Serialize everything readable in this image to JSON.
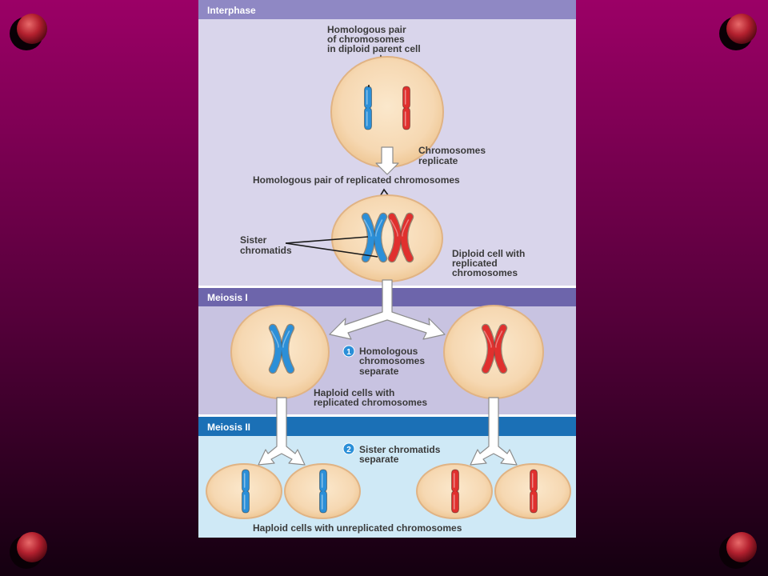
{
  "colors": {
    "background_top": "#9b0066",
    "background_mid": "#55003a",
    "background_bottom": "#140010",
    "interphase_header": "#8f88c4",
    "interphase_body": "#d9d5eb",
    "meiosis1_header": "#6d65ab",
    "meiosis1_body": "#c8c3e1",
    "meiosis2_header": "#1b70b6",
    "meiosis2_body": "#cfe9f6",
    "cell_fill": "#f6d8b2",
    "cell_outline": "#e0b384",
    "paternal_chromosome": "#2b8fd8",
    "maternal_chromosome": "#e0302e",
    "step_marker": "#2a8fd8",
    "corner_ornament": "#b3202e"
  },
  "sections": {
    "interphase": {
      "title": "Interphase"
    },
    "meiosis_1": {
      "title": "Meiosis I"
    },
    "meiosis_2": {
      "title": "Meiosis II"
    }
  },
  "labels": {
    "parent_cell": [
      "Homologous pair",
      "of chromosomes",
      "in diploid parent cell"
    ],
    "replication_step": [
      "Chromosomes",
      "replicate"
    ],
    "replicated_pair": "Homologous pair of replicated chromosomes",
    "sister_chromatids": [
      "Sister",
      "chromatids"
    ],
    "diploid_cell": [
      "Diploid cell with",
      "replicated",
      "chromosomes"
    ],
    "step_1": {
      "number": "1",
      "text": [
        "Homologous",
        "chromosomes",
        "separate"
      ]
    },
    "haploid_replicated": [
      "Haploid cells with",
      "replicated chromosomes"
    ],
    "step_2": {
      "number": "2",
      "text": [
        "Sister chromatids",
        "separate"
      ]
    },
    "haploid_unreplicated": "Haploid cells with unreplicated chromosomes"
  }
}
